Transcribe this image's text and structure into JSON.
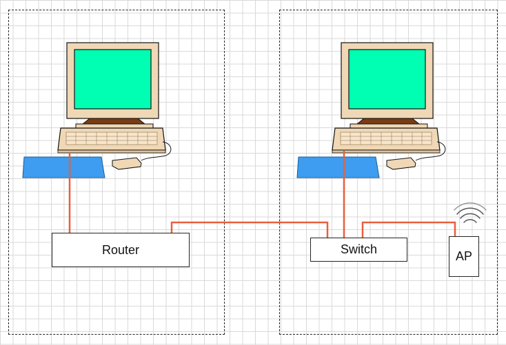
{
  "nodes": {
    "router": "Router",
    "switch": "Switch",
    "ap": "AP"
  },
  "colors": {
    "link": "#e8603c",
    "screen": "#00ffb2",
    "monitor_body": "#f0d8b6",
    "base": "#7a3c14",
    "mouse_pad": "#3e9df0"
  },
  "icons": [
    "computer-icon",
    "computer-icon",
    "wifi-icon"
  ]
}
